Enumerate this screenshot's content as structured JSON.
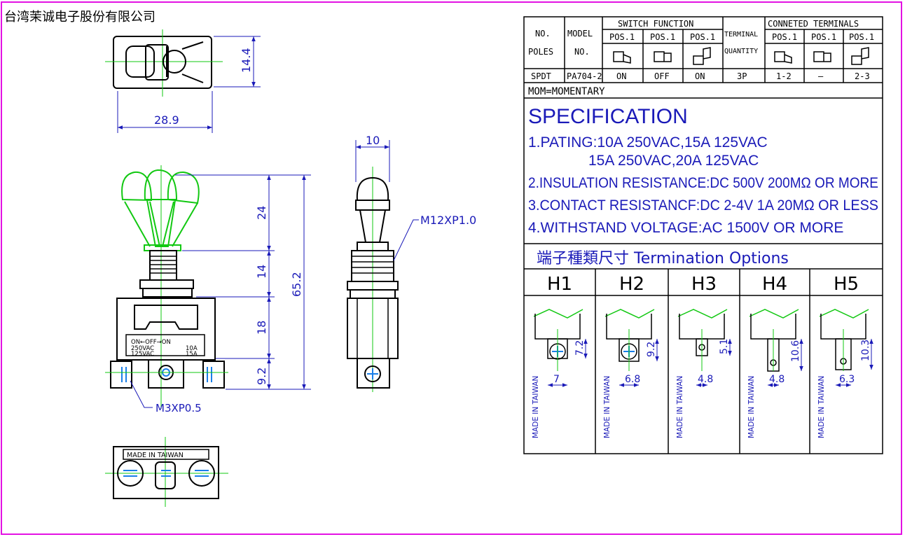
{
  "company": "台湾茉诚电子股份有限公司",
  "dims": {
    "width": "28.9",
    "height_top": "14.4",
    "thread_w": "10",
    "d24": "24",
    "d14": "14",
    "d18": "18",
    "d92": "9.2",
    "d652": "65.2",
    "thread_main": "M12XP1.0",
    "thread_term": "M3XP0.5"
  },
  "body_label": {
    "on_off": "ON←OFF→ON",
    "r1": "250VAC",
    "r2": "125VAC",
    "a1": "10A",
    "a2": "15A"
  },
  "bottom_label": "MADE IN TAIWAN",
  "table": {
    "hdr_no": "NO.",
    "hdr_poles": "POLES",
    "hdr_model": "MODEL",
    "hdr_model_no": "NO.",
    "hdr_switch": "SWITCH FUNCTION",
    "hdr_terminal": "TERMINAL",
    "hdr_quantity": "QUANTITY",
    "hdr_conn": "CONNETED TERMINALS",
    "pos": [
      "POS.1",
      "POS.1",
      "POS.1",
      "POS.1",
      "POS.1",
      "POS.1"
    ],
    "row": [
      "SPDT",
      "PA704-2",
      "ON",
      "OFF",
      "ON",
      "3P",
      "1-2",
      "—",
      "2-3"
    ],
    "momentary": "MOM=MOMENTARY",
    "spec_title": "SPECIFICATION",
    "spec1a": "1.PATING:10A 250VAC,15A 125VAC",
    "spec1b": "15A 250VAC,20A 125VAC",
    "spec2": "2.INSULATION RESISTANCE:DC 500V 200MΩ OR MORE",
    "spec3": "3.CONTACT RESISTANCF:DC 2-4V 1A 20MΩ OR LESS",
    "spec4": "4.WITHSTAND VOLTAGE:AC 1500V OR MORE",
    "term_title": "端子種類尺寸 Termination Options",
    "options": [
      {
        "name": "H1",
        "w": "7",
        "h": "7.2",
        "made": "MADE IN TAIWAN"
      },
      {
        "name": "H2",
        "w": "6.8",
        "h": "9.2",
        "made": "MADE IN TAIWAN"
      },
      {
        "name": "H3",
        "w": "4.8",
        "h": "5.1",
        "made": "MADE IN TAIWAN"
      },
      {
        "name": "H4",
        "w": "4.8",
        "h": "10.6",
        "made": "MADE IN TAIWAN"
      },
      {
        "name": "H5",
        "w": "6.3",
        "h": "10.3",
        "made": "MADE IN TAIWAN"
      }
    ]
  },
  "colors": {
    "frame": "#e312e3",
    "center": "#12c812",
    "dim": "#1a1ab8",
    "screw": "#1a7fe8"
  }
}
